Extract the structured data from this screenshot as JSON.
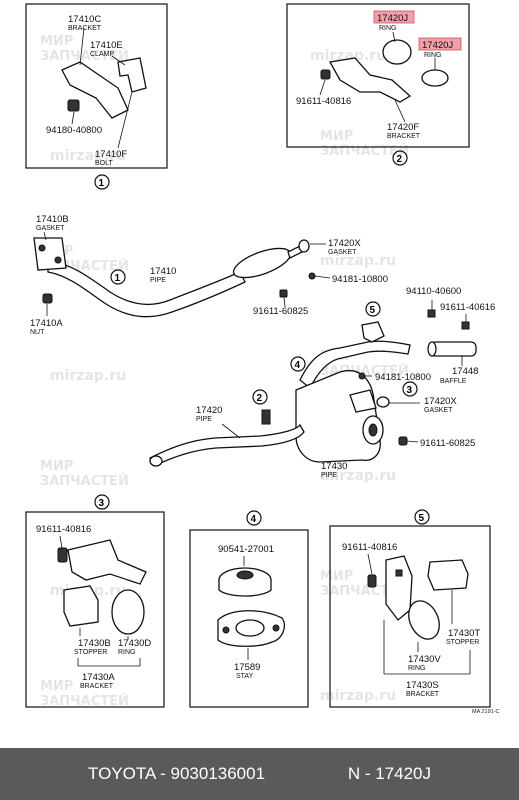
{
  "watermark": {
    "brand_ru": "МИР\nЗАПЧАСТЕЙ",
    "site": "mirzap.ru",
    "line1": "МИР",
    "line2": "ЗАПЧАСТЕЙ"
  },
  "labels": {
    "p17410C": "17410C",
    "p17410C_sub": "BRACKET",
    "p17410E": "17410E",
    "p17410E_sub": "CLAMP",
    "p94180": "94180-40800",
    "p17410F": "17410F",
    "p17410F_sub": "BOLT",
    "p17420J_a": "17420J",
    "p17420J_a_sub": "RING",
    "p17420J_b": "17420J",
    "p17420J_b_sub": "RING",
    "p91611_40816_top": "91611-40816",
    "p17420F": "17420F",
    "p17420F_sub": "BRACKET",
    "p17410B": "17410B",
    "p17410B_sub": "GASKET",
    "p17410A": "17410A",
    "p17410A_sub": "NUT",
    "p17410": "17410",
    "p17410_sub": "PIPE",
    "p17420X_top": "17420X",
    "p17420X_top_sub": "GASKET",
    "p94181_top": "94181-10800",
    "p91611_60825_top": "91611-60825",
    "p94110": "94110-40600",
    "p91611_40616": "91611-40616",
    "p17448": "17448",
    "p17448_sub": "BAFFLE",
    "p94181_mid": "94181-10800",
    "p17420X_mid": "17420X",
    "p17420X_mid_sub": "GASKET",
    "p17420": "17420",
    "p17420_sub": "PIPE",
    "p91611_60825_mid": "91611-60825",
    "p17430": "17430",
    "p17430_sub": "PIPE",
    "p91611_40816_b3": "91611-40816",
    "p17430B": "17430B",
    "p17430B_sub": "STOPPER",
    "p17430D": "17430D",
    "p17430D_sub": "RING",
    "p17430A": "17430A",
    "p17430A_sub": "BRACKET",
    "p90541": "90541-27001",
    "p17589": "17589",
    "p17589_sub": "STAY",
    "p91611_40816_b5": "91611-40816",
    "p17430T": "17430T",
    "p17430T_sub": "STOPPER",
    "p17430V": "17430V",
    "p17430V_sub": "RING",
    "p17430S": "17430S",
    "p17430S_sub": "BRACKET",
    "ref": "MA 2191-C"
  },
  "callouts": {
    "c1": "1",
    "c2": "2",
    "c3": "3",
    "c4": "4",
    "c5": "5"
  },
  "footer": {
    "part": "TOYOTA - 9030136001",
    "ref": "N - 17420J"
  },
  "colors": {
    "highlight": "#f0a0a8",
    "footer_bg": "#5a5a5a"
  }
}
